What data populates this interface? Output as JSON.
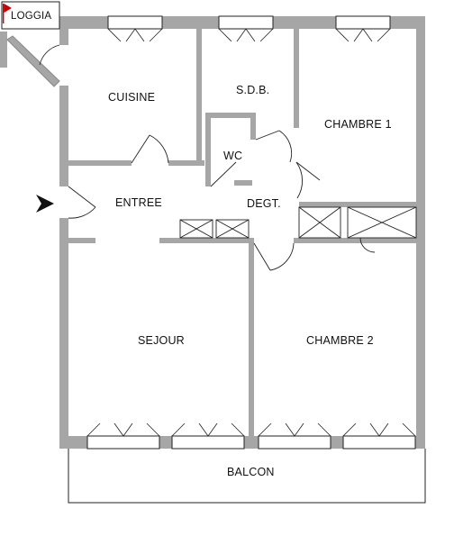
{
  "rooms": {
    "loggia": "LOGGIA",
    "cuisine": "CUISINE",
    "sdb": "S.D.B.",
    "chambre1": "CHAMBRE 1",
    "wc": "WC",
    "entree": "ENTREE",
    "degt": "DEGT.",
    "sejour": "SEJOUR",
    "chambre2": "CHAMBRE 2",
    "balcon": "BALCON"
  },
  "colors": {
    "wall": "#a6a6a6",
    "line": "#222222",
    "marker": "#cc0000"
  },
  "icons": {
    "entrance": "entrance-arrow-icon",
    "loggia_flag": "flag-icon"
  }
}
